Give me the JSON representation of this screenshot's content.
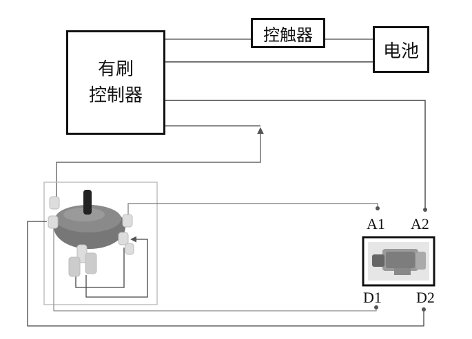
{
  "blocks": {
    "controller_line1": "有刷",
    "controller_line2": "控制器",
    "trigger": "控触器",
    "battery": "电池"
  },
  "terminals": {
    "a1": "A1",
    "a2": "A2",
    "d1": "D1",
    "d2": "D2"
  }
}
